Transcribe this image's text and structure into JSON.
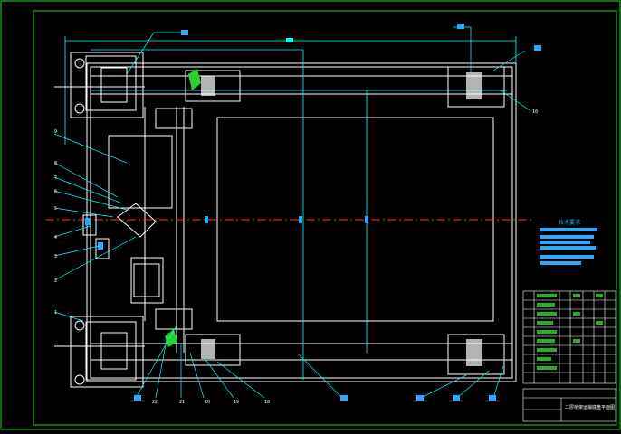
{
  "drawing": {
    "title_block": {
      "title": "二层桥架运输底盘平面图",
      "rows": 10
    },
    "notes": {
      "heading": "技术要求",
      "lines": 6
    },
    "callouts_left": [
      "9",
      "8",
      "7",
      "6",
      "5",
      "4",
      "3",
      "2",
      "1"
    ],
    "callouts_bottom": [
      "22",
      "21",
      "20",
      "19",
      "18"
    ],
    "callouts_right": [
      "10"
    ],
    "colors": {
      "background": "#000000",
      "border": "#2bd12b",
      "outline": "#ffffff",
      "dimension": "#00ffff",
      "centerline": "#ff3030",
      "highlight": "#2aa9ff",
      "fill_green": "#2bd12b"
    }
  }
}
